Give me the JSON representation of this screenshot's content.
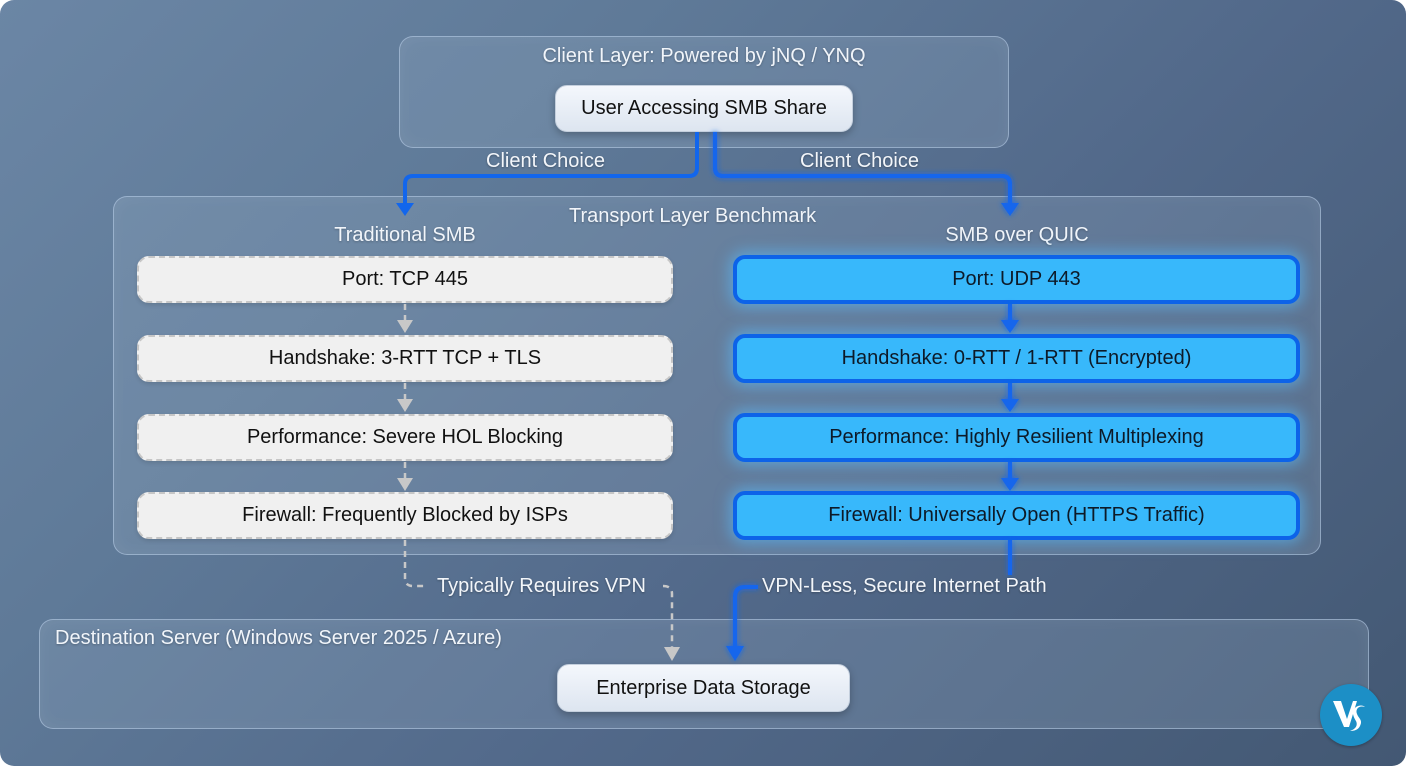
{
  "client_layer": {
    "title": "Client Layer: Powered by jNQ / YNQ",
    "node": "User Accessing SMB Share"
  },
  "edges": {
    "left_choice": "Client Choice",
    "right_choice": "Client Choice",
    "legacy_to_dest": "Typically Requires VPN",
    "quic_to_dest": "VPN-Less, Secure Internet Path"
  },
  "transport_layer": {
    "title": "Transport Layer Benchmark",
    "traditional": {
      "title": "Traditional SMB",
      "steps": [
        "Port: TCP 445",
        "Handshake: 3-RTT TCP + TLS",
        "Performance: Severe HOL Blocking",
        "Firewall: Frequently Blocked by ISPs"
      ]
    },
    "quic": {
      "title": "SMB over QUIC",
      "steps": [
        "Port: UDP 443",
        "Handshake: 0-RTT / 1-RTT (Encrypted)",
        "Performance: Highly Resilient Multiplexing",
        "Firewall: Universally Open (HTTPS Traffic)"
      ]
    }
  },
  "destination": {
    "title": "Destination Server (Windows Server 2025 / Azure)",
    "node": "Enterprise Data Storage"
  },
  "colors": {
    "quic_fill": "#38b8fb",
    "quic_border": "#0d63e8",
    "legacy_fill": "#f0f0f0",
    "legacy_arrow": "#c8c8c8",
    "logo": "#1c8fc6"
  },
  "logo": {
    "icon": "vs-brand-logo"
  }
}
